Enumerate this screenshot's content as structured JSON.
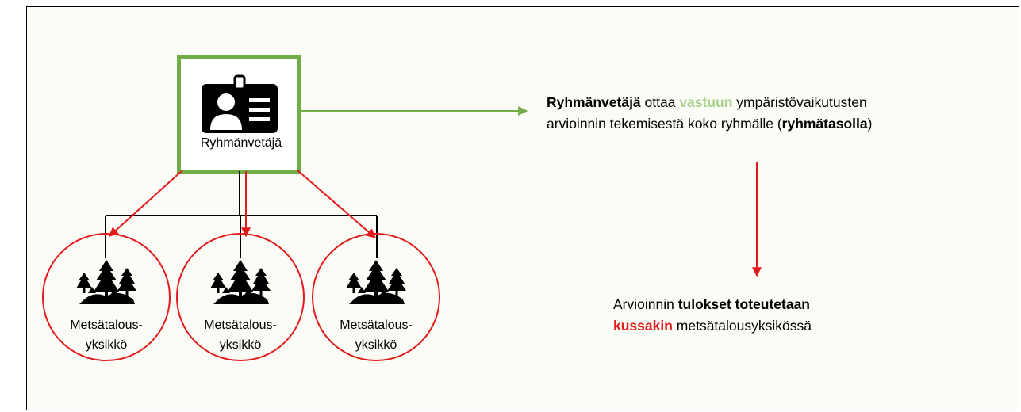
{
  "leader": {
    "label": "Ryhmänvetäjä",
    "icon": "id-badge-icon",
    "box_color": "#70ad47"
  },
  "units": [
    {
      "line1": "Metsätalous-",
      "line2": "yksikkö",
      "icon": "forest-icon"
    },
    {
      "line1": "Metsätalous-",
      "line2": "yksikkö",
      "icon": "forest-icon"
    },
    {
      "line1": "Metsätalous-",
      "line2": "yksikkö",
      "icon": "forest-icon"
    }
  ],
  "statement1": {
    "part1": "Ryhmänvetäjä",
    "part2": " ottaa ",
    "part3": "vastuun",
    "part4": " ympäristövaikutusten",
    "part5": "arvioinnin tekemisestä koko ryhmälle (",
    "part6": "ryhmätasolla",
    "part7": ")"
  },
  "statement2": {
    "part1": "Arvioinnin ",
    "part2": "tulokset toteutetaan",
    "part3": "kussakin",
    "part4": " metsätalousyksikössä"
  },
  "colors": {
    "accent_green": "#a9d08e",
    "box_green": "#70ad47",
    "arrow_green": "#70ad47",
    "red": "#e31a1c"
  }
}
